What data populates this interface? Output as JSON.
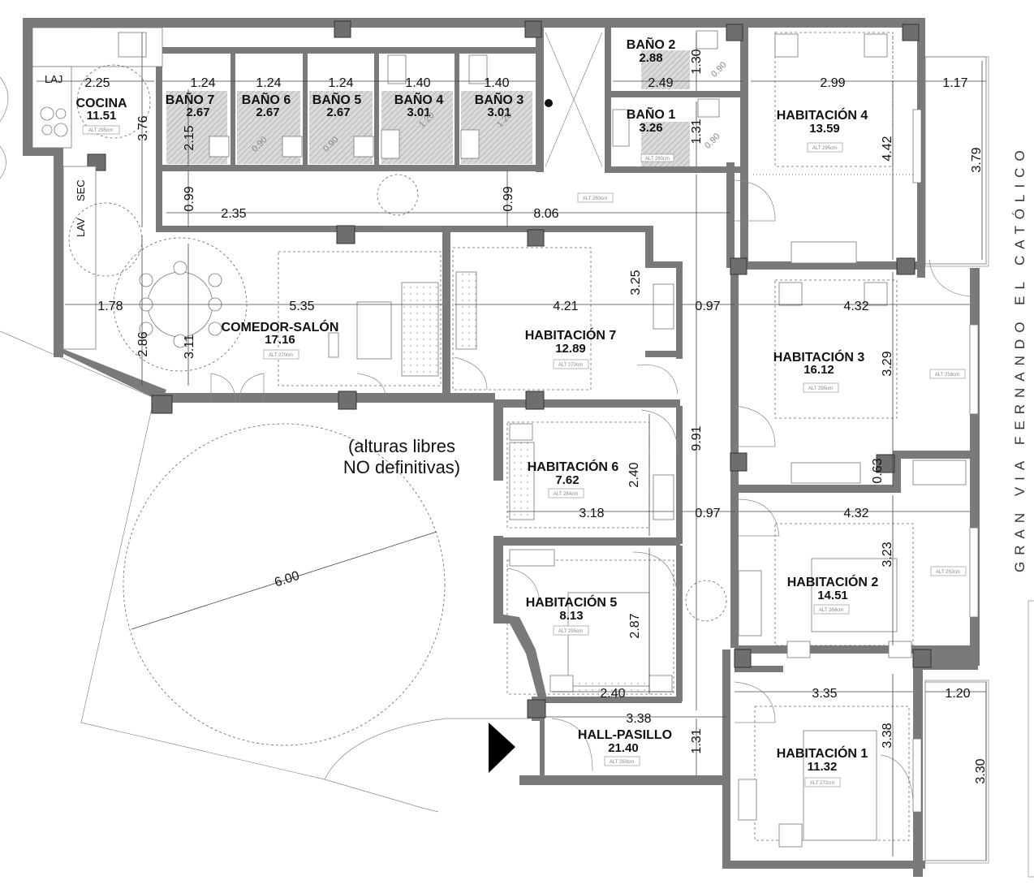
{
  "rooms": [
    {
      "id": "cocina",
      "name": "COCINA",
      "area": "11.51",
      "alt": "ALT 295cm"
    },
    {
      "id": "bano7",
      "name": "BAÑO 7",
      "area": "2.67"
    },
    {
      "id": "bano6",
      "name": "BAÑO 6",
      "area": "2.67"
    },
    {
      "id": "bano5",
      "name": "BAÑO 5",
      "area": "2.67"
    },
    {
      "id": "bano4",
      "name": "BAÑO 4",
      "area": "3.01"
    },
    {
      "id": "bano3",
      "name": "BAÑO 3",
      "area": "3.01"
    },
    {
      "id": "bano2",
      "name": "BAÑO 2",
      "area": "2.88"
    },
    {
      "id": "bano1",
      "name": "BAÑO 1",
      "area": "3.26"
    },
    {
      "id": "hab4",
      "name": "HABITACIÓN 4",
      "area": "13.59",
      "alt": "ALT 295cm"
    },
    {
      "id": "comedor",
      "name": "COMEDOR-SALÓN",
      "area": "17.16",
      "alt": "ALT 270cm"
    },
    {
      "id": "hab7",
      "name": "HABITACIÓN 7",
      "area": "12.89",
      "alt": "ALT 270cm"
    },
    {
      "id": "hab3",
      "name": "HABITACIÓN 3",
      "area": "16.12",
      "alt": "ALT 295cm"
    },
    {
      "id": "hab6",
      "name": "HABITACIÓN 6",
      "area": "7.62",
      "alt": "ALT 284cm"
    },
    {
      "id": "hab2",
      "name": "HABITACIÓN 2",
      "area": "14.51",
      "alt": "ALT 268cm"
    },
    {
      "id": "hab5",
      "name": "HABITACIÓN 5",
      "area": "8.13",
      "alt": "ALT 295cm"
    },
    {
      "id": "hall",
      "name": "HALL-PASILLO",
      "area": "21.40",
      "alt": "ALT 260cm"
    },
    {
      "id": "hab1",
      "name": "HABITACIÓN 1",
      "area": "11.32",
      "alt": "ALT 272cm"
    }
  ],
  "labels": {
    "laj": "LAJ",
    "lav": "LAV",
    "sec": "SEC",
    "alt_corridor": "ALT 260cm",
    "alt_hab3_side": "ALT 258cm",
    "alt_hab2_side": "ALT 252cm",
    "alt_bano": "ALT 260cm",
    "note_line1": "(alturas libres",
    "note_line2": "NO definitivas)",
    "street": "GRAN VIA FERNANDO EL CATÓLICO"
  },
  "dimensions": {
    "d225": "2.25",
    "d124a": "1.24",
    "d124b": "1.24",
    "d124c": "1.24",
    "d140a": "1.40",
    "d140b": "1.40",
    "d376": "3.76",
    "d215": "2.15",
    "d130": "1.30",
    "d131a": "1.31",
    "d249": "2.49",
    "d299": "2.99",
    "d117": "1.17",
    "d379": "3.79",
    "d442": "4.42",
    "d099a": "0.99",
    "d099b": "0.99",
    "d235": "2.35",
    "d806": "8.06",
    "d178": "1.78",
    "d535": "5.35",
    "d421": "4.21",
    "d325": "3.25",
    "d097a": "0.97",
    "d432a": "4.32",
    "d286": "2.86",
    "d311": "3.11",
    "d329": "3.29",
    "d991": "9.91",
    "d063": "0.63",
    "d240a": "2.40",
    "d318": "3.18",
    "d097b": "0.97",
    "d432b": "4.32",
    "d323": "3.23",
    "d600": "6.00",
    "d287": "2.87",
    "d240b": "2.40",
    "d338a": "3.38",
    "d131b": "1.31",
    "d335": "3.35",
    "d120": "1.20",
    "d338b": "3.38",
    "d330": "3.30",
    "d120s": "1.20",
    "d090a": "0.90",
    "d090b": "0.90",
    "d090c": "0.90",
    "d090d": "0.90",
    "d120t": "1.20"
  }
}
